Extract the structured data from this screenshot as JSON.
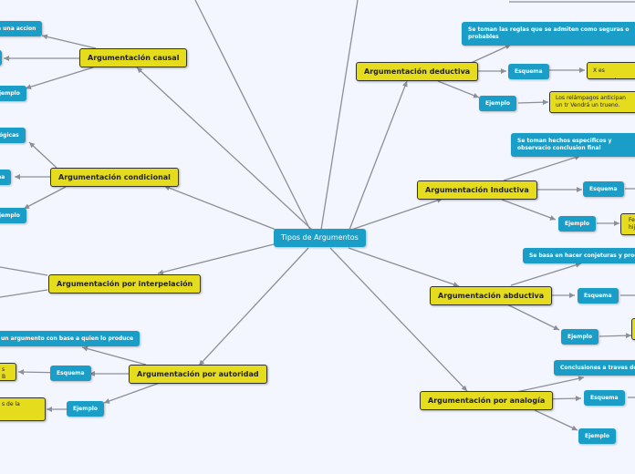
{
  "central": "Tipos de Argumentos",
  "branches": [
    {
      "label": "Argumentación causal",
      "children": [
        "e una accion",
        "",
        "jemplo"
      ]
    },
    {
      "label": "Argumentación condicional",
      "children": [
        " lógicas",
        "na",
        "jemplo"
      ]
    },
    {
      "label": "Argumentación por interpelación"
    },
    {
      "label": "Argumentación por autoridad",
      "children": [
        " un argumento con base a quien lo produce",
        "Esquema",
        "Ejemplo"
      ],
      "leaves": [
        "s B",
        "s de la"
      ]
    },
    {
      "label": "Argumentación deductiva",
      "children": [
        "Se toman las reglas que se admiten como seguras o probables",
        "Esquema",
        "Ejemplo"
      ],
      "leaves": [
        "X es necesariam",
        "Los relámpagos anticipan un tr Vendrá un trueno."
      ]
    },
    {
      "label": "Argumentación Inductiva",
      "children": [
        "Se toman hechos especificos y observacio conclusion final",
        "Esquema",
        "Ejemplo"
      ],
      "leaves": [
        "Fel hij"
      ]
    },
    {
      "label": "Argumentación abductiva",
      "children": [
        "Se basa en hacer conjeturas y prodic",
        "Esquema",
        "Ejemplo"
      ]
    },
    {
      "label": "Argumentación por analogía",
      "children": [
        "Conclusiones a traves de",
        "Esquema",
        "Ejemplo"
      ]
    }
  ]
}
